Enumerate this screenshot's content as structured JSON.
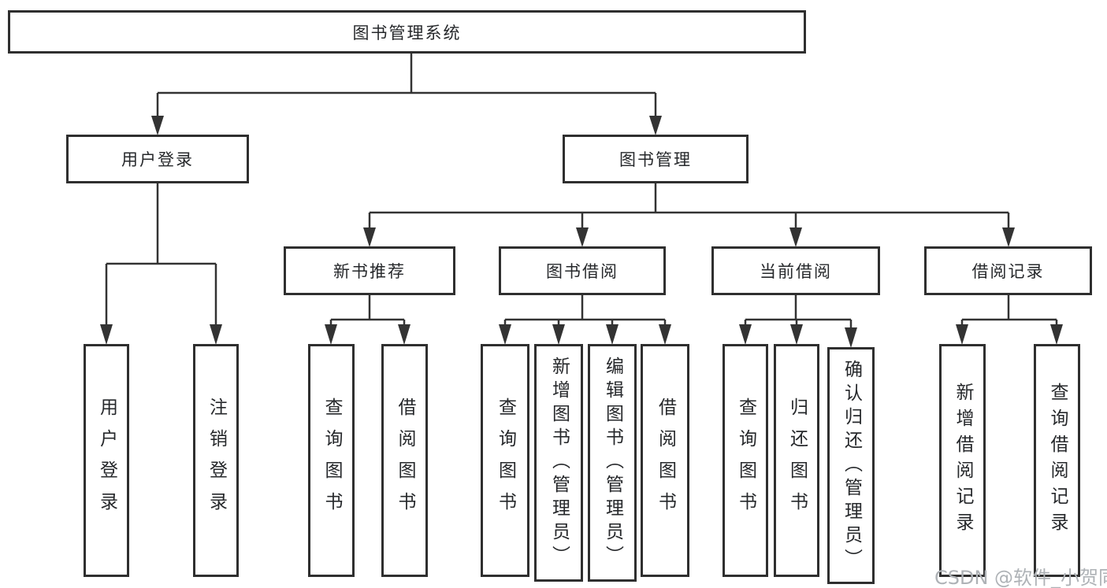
{
  "diagram": {
    "root": {
      "label": "图书管理系统"
    },
    "level2": [
      {
        "label": "用户登录"
      },
      {
        "label": "图书管理"
      }
    ],
    "level3": [
      {
        "label": "新书推荐"
      },
      {
        "label": "图书借阅"
      },
      {
        "label": "当前借阅"
      },
      {
        "label": "借阅记录"
      }
    ],
    "leaves": {
      "user_login": [
        "用户登录",
        "注销登录"
      ],
      "new_book_recommend": [
        "查询图书",
        "借阅图书"
      ],
      "book_borrowing": [
        "查询图书",
        "新增图书（管理员）",
        "编辑图书（管理员）",
        "借阅图书"
      ],
      "current_borrowing": [
        "查询图书",
        "归还图书",
        "确认归还（管理员）"
      ],
      "borrowing_records": [
        "新增借阅记录",
        "查询借阅记录"
      ]
    },
    "watermark": "CSDN @软件_小贺同学",
    "colors": {
      "line": "#333333",
      "box_border": "#2f2f2f",
      "text": "#26282b",
      "watermark": "#aeb2b6",
      "background": "#ffffff"
    }
  }
}
